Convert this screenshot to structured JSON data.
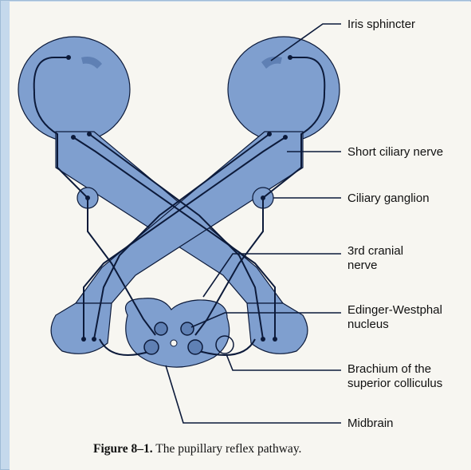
{
  "diagram": {
    "labels": {
      "iris_sphincter": "Iris sphincter",
      "short_ciliary_nerve": "Short ciliary nerve",
      "ciliary_ganglion": "Ciliary ganglion",
      "third_cranial_nerve_line1": "3rd cranial",
      "third_cranial_nerve_line2": "nerve",
      "edinger_westphal_line1": "Edinger-Westphal",
      "edinger_westphal_line2": "nucleus",
      "brachium_line1": "Brachium of the",
      "brachium_line2": "superior colliculus",
      "midbrain": "Midbrain"
    },
    "caption": {
      "figure_number": "Figure 8–1.",
      "text": "The pupillary reflex pathway."
    },
    "colors": {
      "fill": "#7f9fcf",
      "fill_dark": "#5f80b4",
      "line": "#0c1a3a",
      "background": "#c5d9ec",
      "page": "#f7f6f1"
    }
  }
}
